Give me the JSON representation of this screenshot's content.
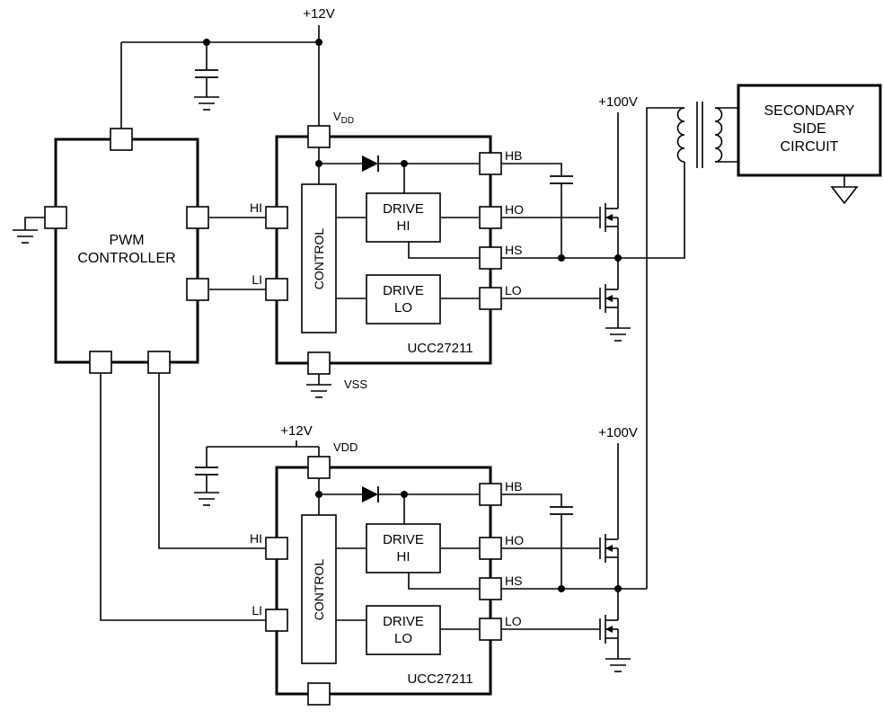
{
  "diagram": {
    "supplies": {
      "v12_top": "+12V",
      "v12_bottom": "+12V",
      "v100_top": "+100V",
      "v100_bottom": "+100V"
    },
    "pwm": {
      "title_line1": "PWM",
      "title_line2": "CONTROLLER"
    },
    "driver1": {
      "part": "UCC27211",
      "vdd_main": "V",
      "vdd_sub": "DD",
      "vss": "VSS",
      "control": "CONTROL",
      "drive_hi_line1": "DRIVE",
      "drive_hi_line2": "HI",
      "drive_lo_line1": "DRIVE",
      "drive_lo_line2": "LO",
      "pin_hi": "HI",
      "pin_li": "LI",
      "pin_hb": "HB",
      "pin_ho": "HO",
      "pin_hs": "HS",
      "pin_lo": "LO"
    },
    "driver2": {
      "part": "UCC27211",
      "vdd": "VDD",
      "control": "CONTROL",
      "drive_hi_line1": "DRIVE",
      "drive_hi_line2": "HI",
      "drive_lo_line1": "DRIVE",
      "drive_lo_line2": "LO",
      "pin_hi": "HI",
      "pin_li": "LI",
      "pin_hb": "HB",
      "pin_ho": "HO",
      "pin_hs": "HS",
      "pin_lo": "LO"
    },
    "secondary": {
      "line1": "SECONDARY",
      "line2": "SIDE",
      "line3": "CIRCUIT"
    }
  }
}
